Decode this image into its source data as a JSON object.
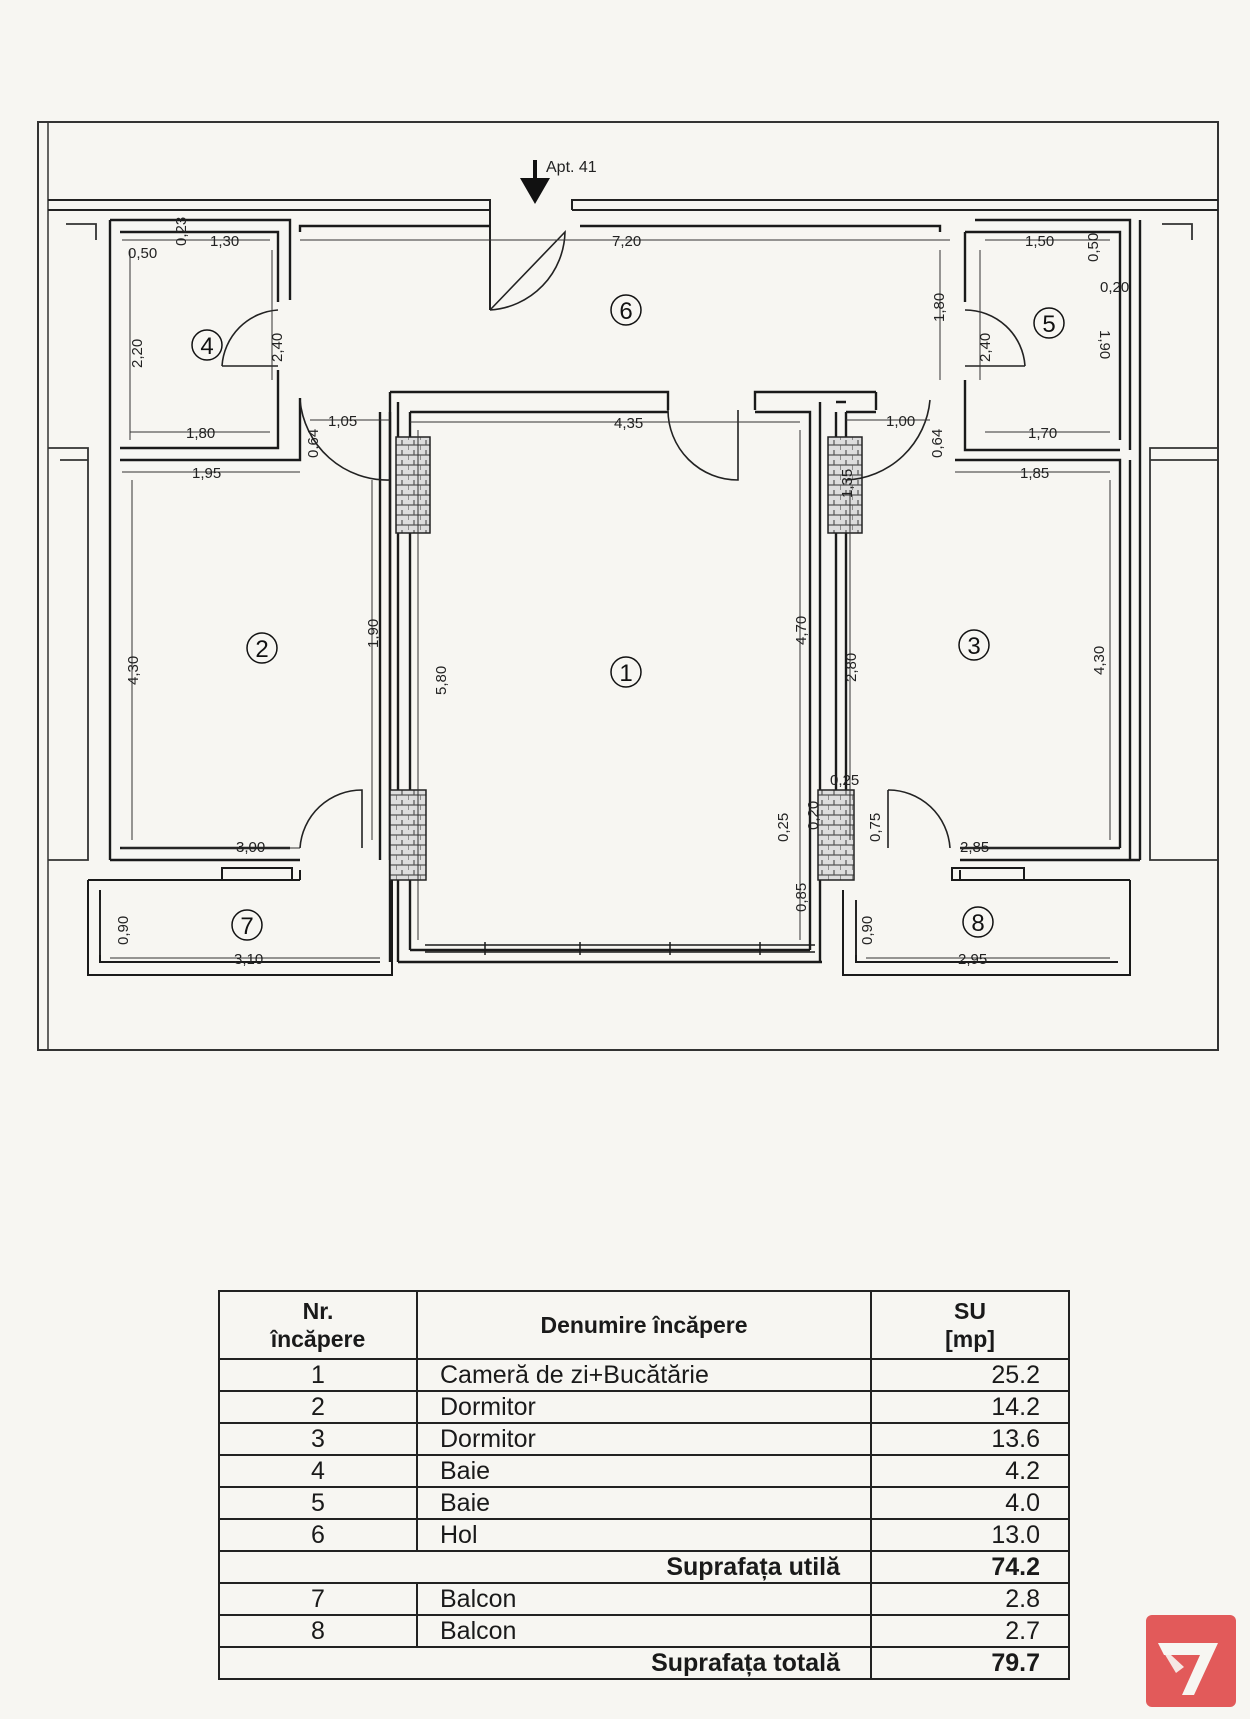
{
  "plan": {
    "entry_label": "Apt. 41",
    "rooms": [
      {
        "num": "1"
      },
      {
        "num": "2"
      },
      {
        "num": "3"
      },
      {
        "num": "4"
      },
      {
        "num": "5"
      },
      {
        "num": "6"
      },
      {
        "num": "7"
      },
      {
        "num": "8"
      }
    ],
    "dimensions": {
      "d_050_l": "0,50",
      "d_023": "0,23",
      "d_130": "1,30",
      "d_720": "7,20",
      "d_150": "1,50",
      "d_050_r": "0,50",
      "d_020": "0,20",
      "d_220": "2,20",
      "d_240_l": "2,40",
      "d_180_v": "1,80",
      "d_240_r": "2,40",
      "d_190_v": "1,90",
      "d_180_h": "1,80",
      "d_064_l": "0,64",
      "d_105": "1,05",
      "d_435": "4,35",
      "d_100": "1,00",
      "d_064_r": "0,64",
      "d_170": "1,70",
      "d_195": "1,95",
      "d_185": "1,85",
      "d_135": "1,35",
      "d_430_l": "4,30",
      "d_190_c": "1,90",
      "d_580": "5,80",
      "d_470": "4,70",
      "d_280": "2,80",
      "d_430_r": "4,30",
      "d_025_a": "0,25",
      "d_300": "3,00",
      "d_025_b": "0,25",
      "d_020_b": "0,20",
      "d_075": "0,75",
      "d_285": "2,85",
      "d_085": "0,85",
      "d_090_l": "0,90",
      "d_310": "3,10",
      "d_090_r": "0,90",
      "d_295": "2,95"
    }
  },
  "table": {
    "headers": {
      "nr_line1": "Nr.",
      "nr_line2": "încăpere",
      "name": "Denumire încăpere",
      "su_line1": "SU",
      "su_line2": "[mp]"
    },
    "rows": [
      {
        "nr": "1",
        "name": "Cameră de zi+Bucătărie",
        "su": "25.2"
      },
      {
        "nr": "2",
        "name": "Dormitor",
        "su": "14.2"
      },
      {
        "nr": "3",
        "name": "Dormitor",
        "su": "13.6"
      },
      {
        "nr": "4",
        "name": "Baie",
        "su": "4.2"
      },
      {
        "nr": "5",
        "name": "Baie",
        "su": "4.0"
      },
      {
        "nr": "6",
        "name": "Hol",
        "su": "13.0"
      }
    ],
    "useful_area": {
      "label": "Suprafața utilă",
      "value": "74.2"
    },
    "balcony_rows": [
      {
        "nr": "7",
        "name": "Balcon",
        "su": "2.8"
      },
      {
        "nr": "8",
        "name": "Balcon",
        "su": "2.7"
      }
    ],
    "total_area": {
      "label": "Suprafața totală",
      "value": "79.7"
    }
  },
  "colors": {
    "logo": "#e25a5a",
    "ink": "#1a1a1a"
  }
}
